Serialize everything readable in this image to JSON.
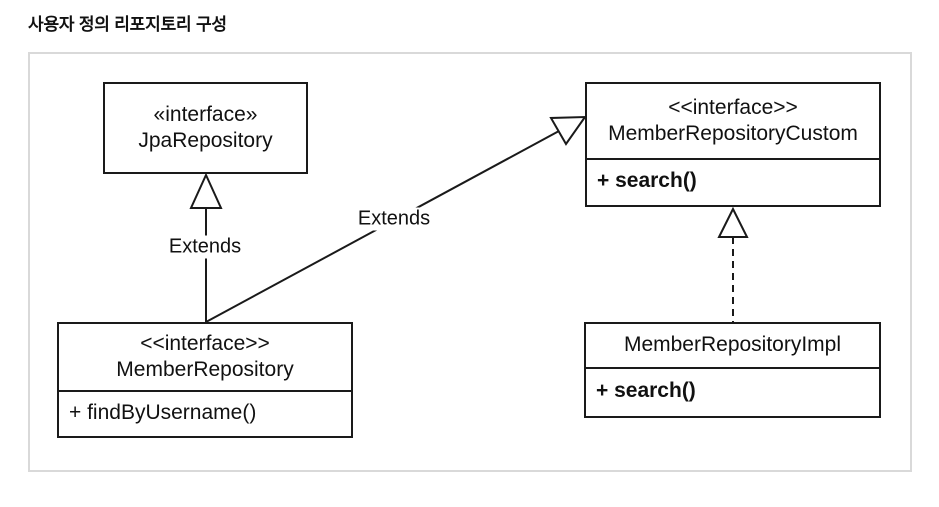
{
  "title": "사용자 정의 리포지토리 구성",
  "colors": {
    "background": "#ffffff",
    "panel_border": "#d9d9d9",
    "line": "#1a1a1a",
    "text": "#111111"
  },
  "diagram": {
    "classes": [
      {
        "stereotype": "«interface»",
        "name": "JpaRepository",
        "methods": []
      },
      {
        "stereotype": "<<interface>>",
        "name": "MemberRepositoryCustom",
        "methods": [
          "+ search()"
        ]
      },
      {
        "stereotype": "<<interface>>",
        "name": "MemberRepository",
        "methods": [
          "+ findByUsername()"
        ]
      },
      {
        "stereotype": "",
        "name": "MemberRepositoryImpl",
        "methods": [
          "+ search()"
        ]
      }
    ],
    "edges": [
      {
        "from": "MemberRepository",
        "to": "JpaRepository",
        "type": "generalization",
        "line": "solid",
        "label": "Extends"
      },
      {
        "from": "MemberRepository",
        "to": "MemberRepositoryCustom",
        "type": "generalization",
        "line": "solid",
        "label": "Extends"
      },
      {
        "from": "MemberRepositoryImpl",
        "to": "MemberRepositoryCustom",
        "type": "realization",
        "line": "dashed",
        "label": ""
      }
    ]
  }
}
